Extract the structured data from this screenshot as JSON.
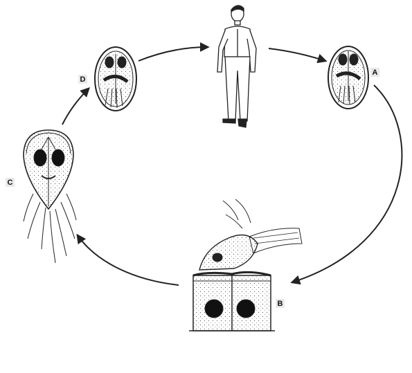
{
  "diagram": {
    "stages": [
      {
        "id": "A",
        "label": "A",
        "icon": "cyst-icon"
      },
      {
        "id": "B",
        "label": "B",
        "icon": "intestinal-epithelium-icon"
      },
      {
        "id": "C",
        "label": "C",
        "icon": "trophozoite-icon"
      },
      {
        "id": "D",
        "label": "D",
        "icon": "cyst-icon"
      }
    ],
    "host_icon": "human-host-icon",
    "colors": {
      "ink": "#222222",
      "label_bg": "#e9e9e9"
    }
  }
}
